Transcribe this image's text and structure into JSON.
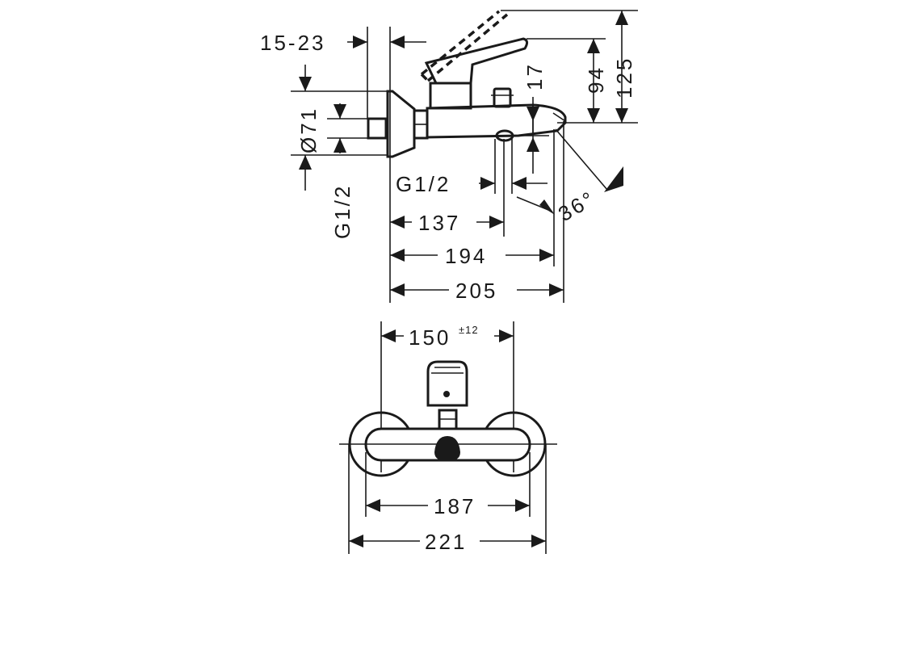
{
  "side_view": {
    "dim_wall_thickness": "15-23",
    "dim_diameter": "Ø71",
    "dim_inlet_thread": "G1/2",
    "dim_outlet_thread": "G1/2",
    "dim_lever_offset": "17",
    "dim_height_94": "94",
    "dim_height_125": "125",
    "dim_angle": "36°",
    "dim_137": "137",
    "dim_194": "194",
    "dim_205": "205"
  },
  "front_view": {
    "dim_centres": "150",
    "dim_centres_tolerance": "±12",
    "dim_187": "187",
    "dim_221": "221"
  }
}
